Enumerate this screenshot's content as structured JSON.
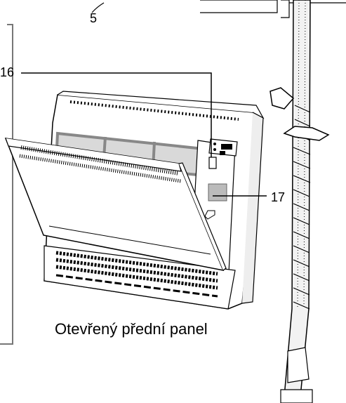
{
  "labels": {
    "callout_5": "5",
    "callout_16": "16",
    "callout_17": "17"
  },
  "caption": "Otevřený přední panel"
}
